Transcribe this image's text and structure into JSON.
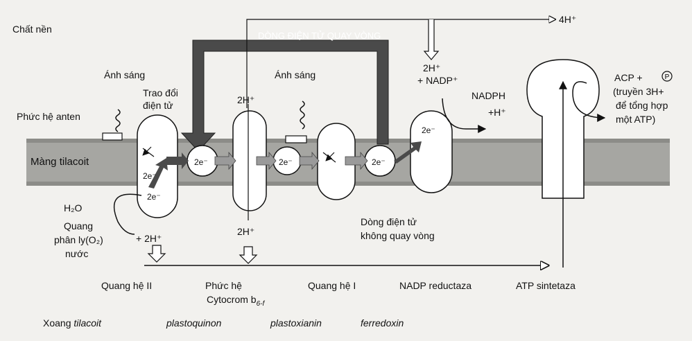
{
  "labels": {
    "chat_nen": "Chất nền",
    "dong_dien_quay_vong": "DÒNG ĐIỆN TỬ QUAY VÒNG",
    "anh_sang_1": "Ánh sáng",
    "anh_sang_2": "Ánh sáng",
    "trao_doi": "Trao đổi",
    "dien_tu": "điện tử",
    "phuc_he_anten": "Phức hệ anten",
    "mang_tilacoit": "Màng tilacoit",
    "h2o": "H₂O",
    "quang_phan_ly_1": "Quang",
    "quang_phan_ly_2": "phân ly(O₂)",
    "quang_phan_ly_3": "nước",
    "plus_2h_bottom": "+ 2H⁺",
    "h_top_mid": "2H⁺",
    "h_bottom_mid": "2H⁺",
    "nadp_line1": "2H⁺",
    "nadp_line2": "+ NADP⁺",
    "nadph": "NADPH",
    "nadph_h": "+H⁺",
    "four_h": "4H⁺",
    "acp": "ACP +",
    "p_circle": "P",
    "truyen_1": "(truyền 3H+",
    "truyen_2": "để tổng hợp",
    "truyen_3": "một ATP)",
    "dong_khong_1": "Dòng điện tử",
    "dong_khong_2": "không quay vòng",
    "e_psII_top": "2e⁻",
    "e_psII_bot": "2e⁻",
    "e_pq": "2e⁻",
    "e_pc": "2e⁻",
    "e_fd": "2e⁻",
    "e_red": "2e⁻",
    "quang_he_ii": "Quang hệ II",
    "phuc_he": "Phức hệ",
    "cytocrom": "Cytocrom b",
    "cytocrom_sub": "6-f",
    "quang_he_i": "Quang hệ I",
    "nadp_reductaza": "NADP reductaza",
    "atp_sintetaza": "ATP sintetaza",
    "xoang": "Xoang ",
    "xoang_it": "tilacoit",
    "plastoquinon": "plastoquinon",
    "plastoxianin": "plastoxianin",
    "ferredoxin": "ferredoxin"
  },
  "colors": {
    "background": "#f2f1ee",
    "membrane": "#a6a6a2",
    "membrane_dark": "#8c8c88",
    "arrow_dark": "#4a4a4a",
    "arrow_gray": "#9a9a9a",
    "ink": "#111111"
  }
}
